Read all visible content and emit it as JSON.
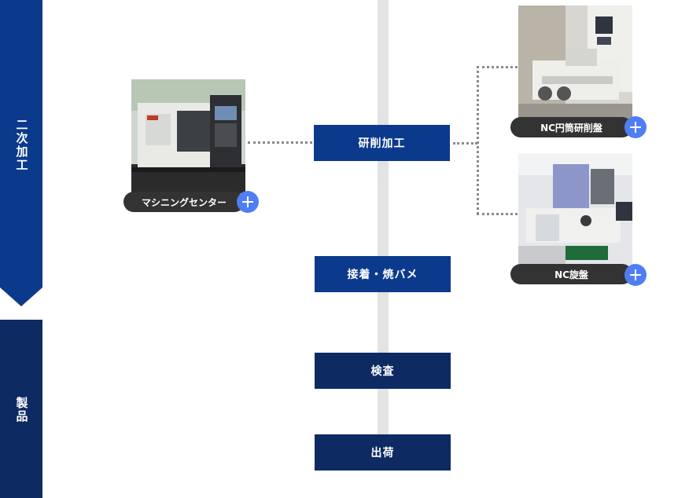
{
  "stages": {
    "secondary": "二次加工",
    "product": "製品"
  },
  "processes": {
    "grinding": "研削加工",
    "bonding": "接着・焼バメ",
    "inspection": "検査",
    "shipping": "出荷"
  },
  "machines": {
    "machining_center": "マシニングセンター",
    "nc_cylindrical_grinder": "NC円筒研削盤",
    "nc_lathe": "NC旋盤"
  },
  "colors": {
    "stage_blue": "#0b3a8c",
    "stage_navy": "#0d2a63",
    "spine": "#e3e3e3",
    "pill": "#333333",
    "plus": "#4f7ef3"
  }
}
